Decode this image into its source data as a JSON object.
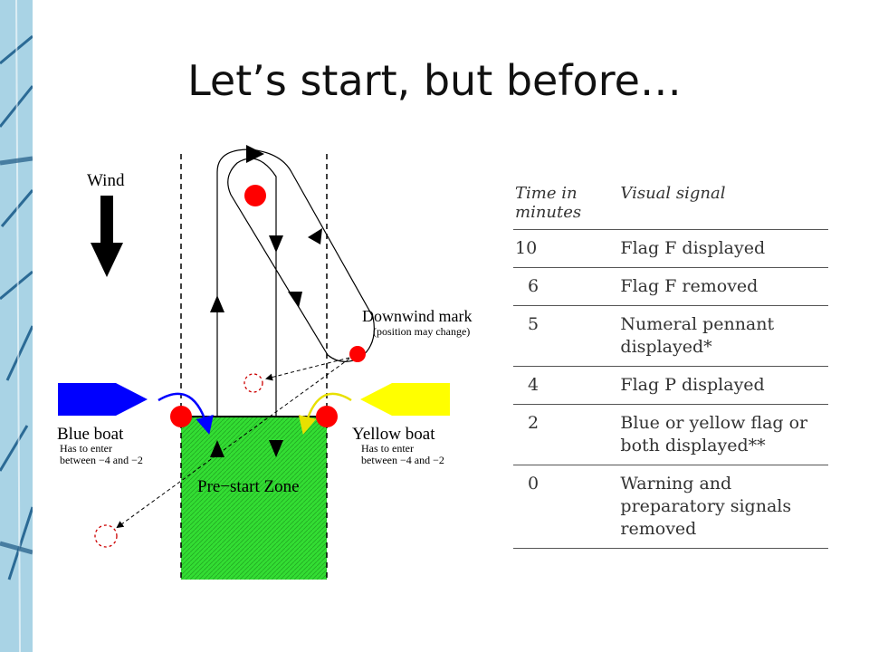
{
  "slide": {
    "title": "Let’s start, but before…"
  },
  "diagram": {
    "wind_label": "Wind",
    "downwind_mark_label": "Downwind mark",
    "downwind_mark_note": "(position may change)",
    "blue_boat_label": "Blue boat",
    "blue_boat_note_1": "Has to enter",
    "blue_boat_note_2": "between −4 and −2",
    "yellow_boat_label": "Yellow boat",
    "yellow_boat_note_1": "Has to enter",
    "yellow_boat_note_2": "between −4 and −2",
    "zone_label": "Pre−start Zone",
    "colors": {
      "blue_boat": "#0000ff",
      "yellow_boat": "#ffff00",
      "zone": "#33dd33",
      "marks": "#ff0000",
      "band": "#a9d3e5"
    }
  },
  "signal_table": {
    "headers": {
      "time": "Time in minutes",
      "signal": "Visual signal"
    },
    "rows": [
      {
        "time": "10",
        "signal": "Flag F displayed"
      },
      {
        "time": "6",
        "signal": "Flag F removed"
      },
      {
        "time": "5",
        "signal": "Numeral pennant displayed*"
      },
      {
        "time": "4",
        "signal": "Flag P displayed"
      },
      {
        "time": "2",
        "signal": "Blue or yellow flag or both displayed**"
      },
      {
        "time": "0",
        "signal": "Warning and preparatory signals removed"
      }
    ]
  }
}
